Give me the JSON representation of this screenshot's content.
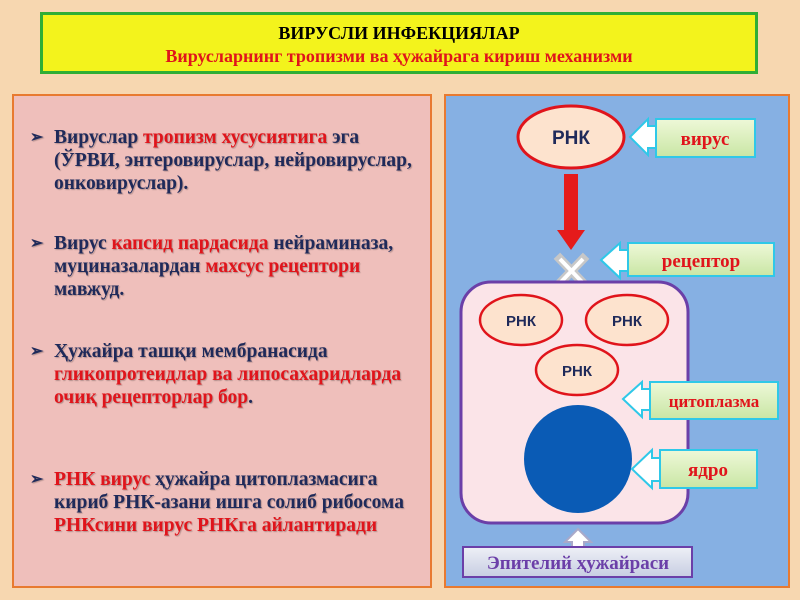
{
  "header": {
    "title": "ВИРУСЛИ ИНФЕКЦИЯЛАР",
    "subtitle": "Вирусларнинг тропизми ва ҳужайрага кириш механизми"
  },
  "bullets": [
    {
      "segments": [
        {
          "text": "Вируслар ",
          "color": "dark"
        },
        {
          "text": "тропизм хусусиятига",
          "color": "red"
        },
        {
          "text": " эга (ЎРВИ, энтеровируслар, нейровируслар, онковируслар).",
          "color": "dark"
        }
      ]
    },
    {
      "segments": [
        {
          "text": "Вирус ",
          "color": "dark"
        },
        {
          "text": "капсид пардасида",
          "color": "red"
        },
        {
          "text": " нейраминаза, муциназалардан ",
          "color": "dark"
        },
        {
          "text": "махсус рецептори",
          "color": "red"
        },
        {
          "text": " мавжуд.",
          "color": "dark"
        }
      ]
    },
    {
      "segments": [
        {
          "text": "Ҳужайра ташқи мембранасида ",
          "color": "dark"
        },
        {
          "text": "гликопротеидлар ва липосахаридларда очиқ рецепторлар бор",
          "color": "red"
        },
        {
          "text": ".",
          "color": "dark"
        }
      ]
    },
    {
      "segments": [
        {
          "text": "РНК вирус",
          "color": "red"
        },
        {
          "text": " ҳужайра цитоплазмасига кириб РНК-азани ишга солиб рибосома ",
          "color": "dark"
        },
        {
          "text": "РНКсини вирус РНКга айлантиради",
          "color": "red"
        }
      ]
    }
  ],
  "diagram": {
    "virus_rna": "РНК",
    "virus_label": "вирус",
    "receptor_label": "рецептор",
    "cell_rna_1": "РНК",
    "cell_rna_2": "РНК",
    "cell_rna_3": "РНК",
    "cytoplasm_label": "цитоплазма",
    "nucleus_label": "ядро",
    "cell_label": "Эпителий ҳужайраси"
  },
  "colors": {
    "red": "#e0141b",
    "dark": "#1f2a5a",
    "nucleus": "#0a5bb5",
    "label_box": "#d8f0b8",
    "arrow_outline": "#2fc8e8"
  }
}
